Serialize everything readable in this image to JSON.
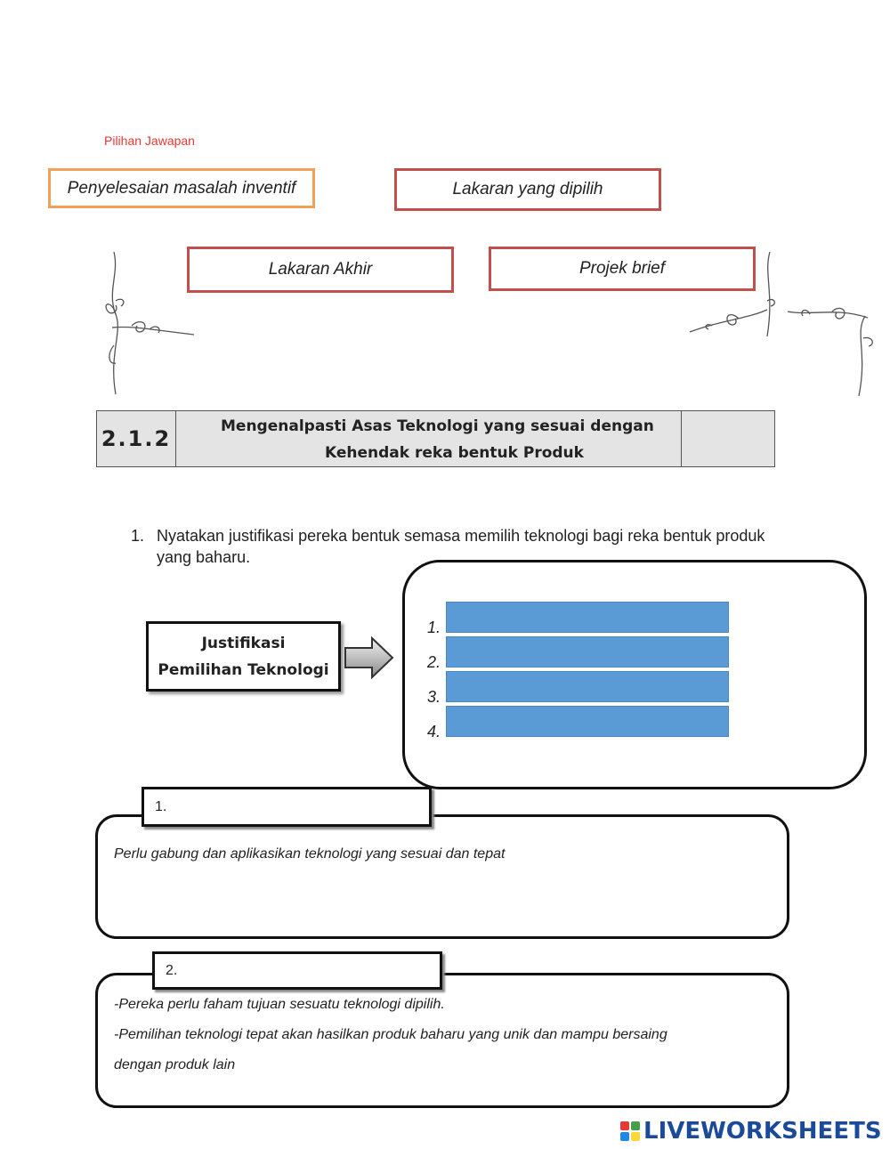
{
  "choices_heading": "Pilihan Jawapan",
  "choices": [
    "Penyelesaian masalah inventif",
    "Lakaran yang dipilih",
    "Lakaran Akhir",
    "Projek brief"
  ],
  "section": {
    "number": "2.1.2",
    "title_line1": "Mengenalpasti Asas Teknologi yang sesuai dengan",
    "title_line2": "Kehendak reka bentuk Produk"
  },
  "question": {
    "number": "1.",
    "text": "Nyatakan justifikasi pereka bentuk semasa memilih teknologi bagi reka bentuk produk yang baharu."
  },
  "justification_box": {
    "line1": "Justifikasi",
    "line2": "Pemilihan Teknologi"
  },
  "answer_labels": [
    "1.",
    "2.",
    "3.",
    "4."
  ],
  "panel1": {
    "tab": "1.",
    "text": "Perlu gabung dan aplikasikan teknologi yang sesuai dan tepat"
  },
  "panel2": {
    "tab": "2.",
    "line1": "-Pereka perlu faham tujuan sesuatu teknologi dipilih.",
    "line2": "-Pemilihan teknologi tepat akan hasilkan produk baharu yang unik dan mampu bersaing",
    "line3": "dengan produk lain"
  },
  "logo": {
    "text": "LIVEWORKSHEETS",
    "colors": [
      "#e53935",
      "#43a047",
      "#1e88e5",
      "#fdd835"
    ]
  }
}
